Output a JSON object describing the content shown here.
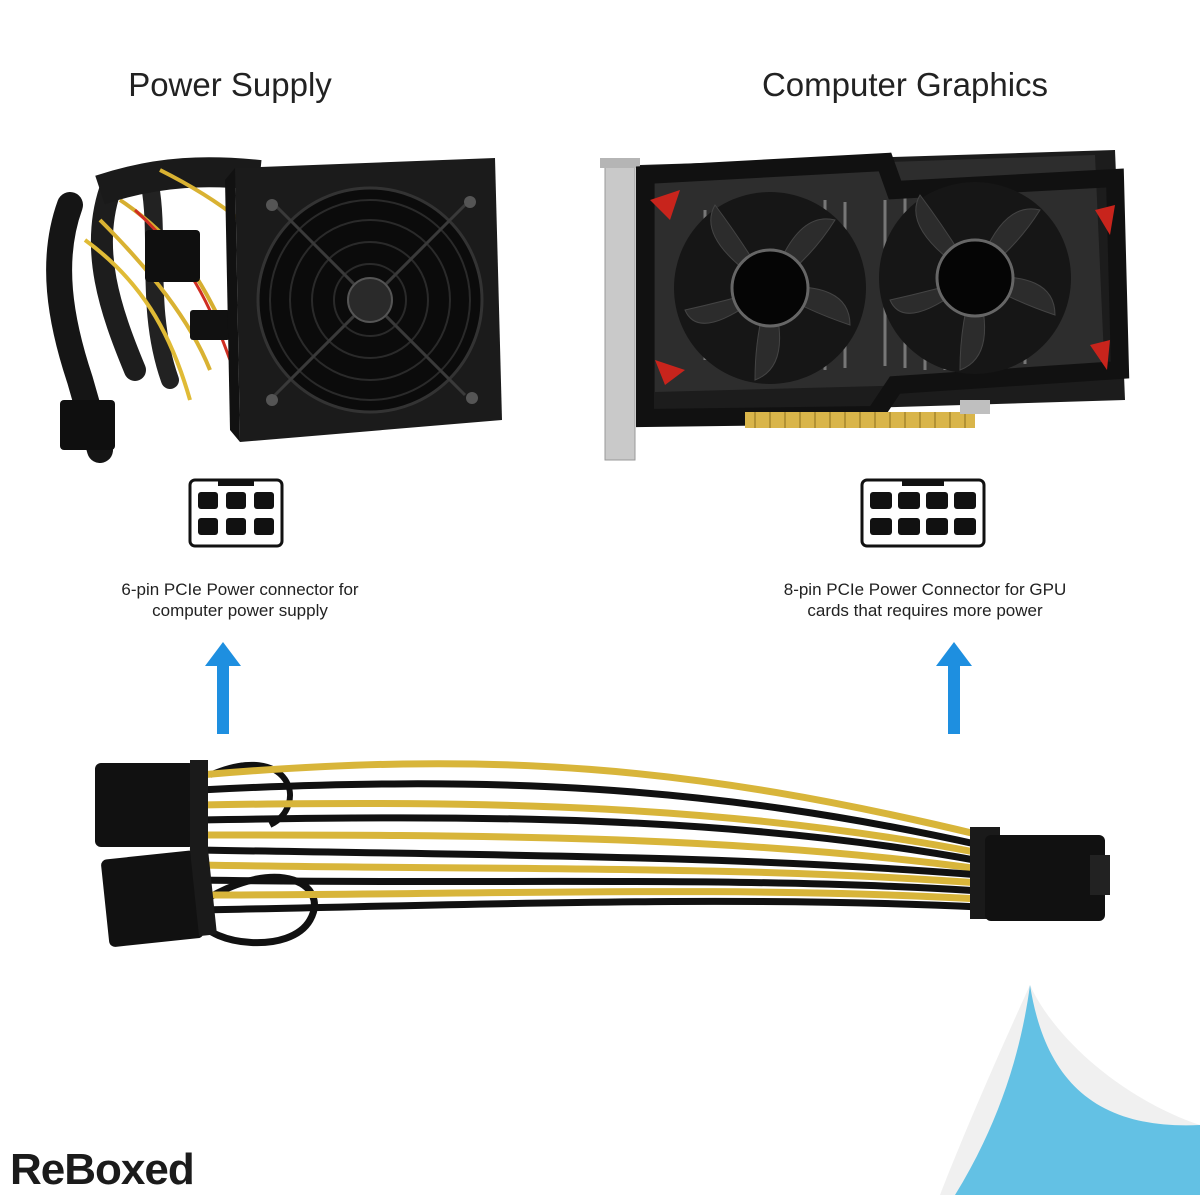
{
  "left_panel": {
    "title": "Power Supply",
    "caption": "6-pin PCIe Power connector for\ncomputer power supply",
    "pin_count": 6
  },
  "right_panel": {
    "title": "Computer Graphics",
    "caption": "8-pin PCIe Power Connector for GPU\ncards that requires more power",
    "pin_count": 8
  },
  "brand": {
    "name": "ReBoxed"
  },
  "colors": {
    "arrow": "#1e8fe0",
    "cable_yellow": "#d8b53a",
    "cable_black": "#111111",
    "corner_accent": "#63c1e4",
    "gpu_red": "#c8241c"
  },
  "icons": {
    "arrows": "up-arrow-icon",
    "connectors": "pcie-connector-icon"
  }
}
